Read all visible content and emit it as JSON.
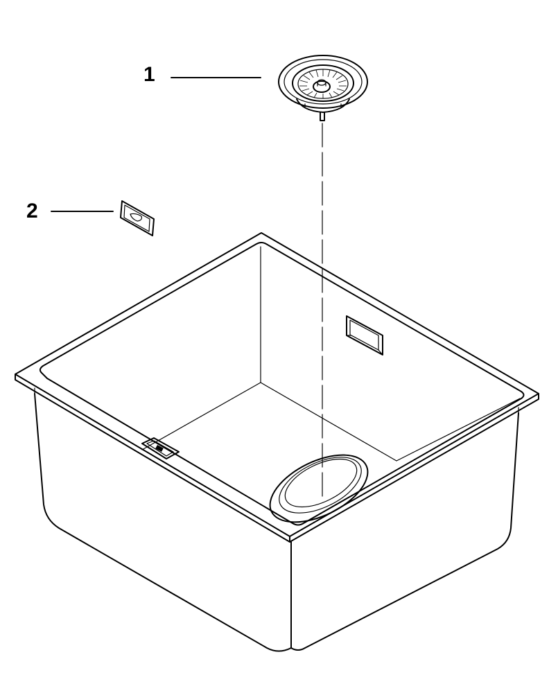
{
  "callouts": [
    {
      "number": "1",
      "part": "strainer-waste"
    },
    {
      "number": "2",
      "part": "overflow-cover"
    }
  ],
  "colors": {
    "stroke": "#000000",
    "background": "#ffffff"
  }
}
